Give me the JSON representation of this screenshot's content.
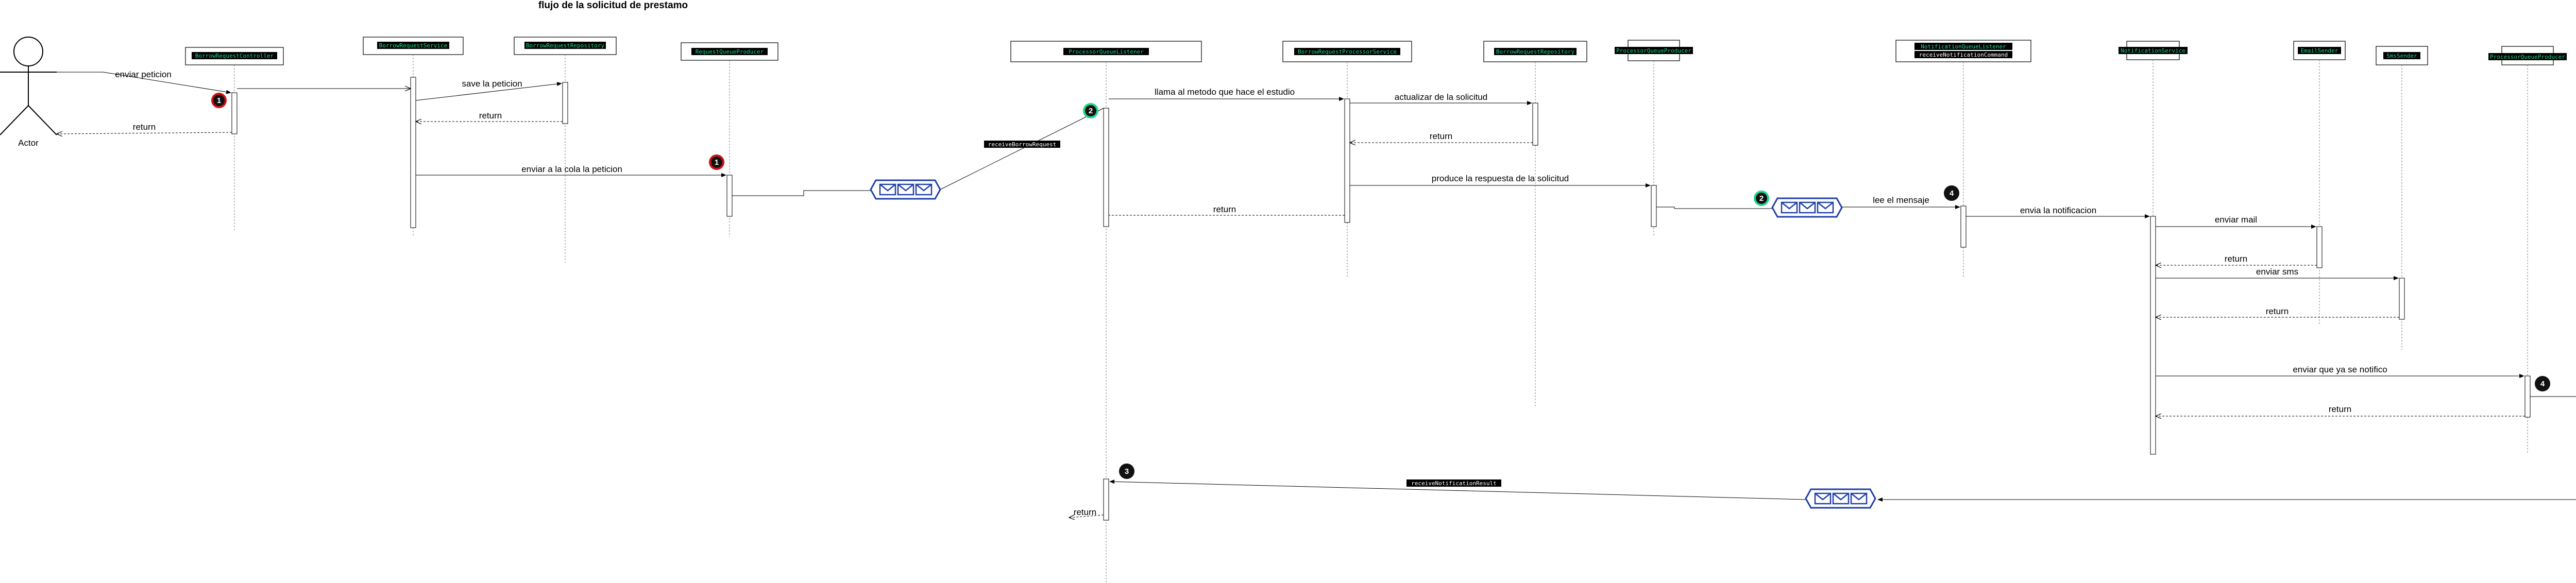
{
  "title": "flujo de la solicitud de prestamo",
  "actor": {
    "label": "Actor"
  },
  "participants": [
    "BorrowRequestController",
    "BorrowRequestService",
    "BorrowRequestRepository",
    "RequestQueueProducer",
    "ProcessorQueueListener",
    "BorrowRequestProcessorService",
    "BorrowRequestRepository",
    "ProcessorQueueProducer",
    "NotificationQueueListener",
    "NotificationService",
    "EmailSender",
    "SmsSender",
    "ProcessorQueueProducer"
  ],
  "participant_subtitle": "receiveNotificationCommand",
  "messages": [
    "enviar peticion",
    "return",
    "save la peticion",
    "return",
    "enviar a la cola la peticion",
    "llama al metodo que hace el estudio",
    "actualizar de la solicitud",
    "return",
    "return",
    "produce la respuesta de la solicitud",
    "lee el mensaje",
    "envia la notificacion",
    "enviar mail",
    "return",
    "enviar sms",
    "return",
    "enviar que ya se notifico",
    "return",
    "return"
  ],
  "method_labels": [
    "receiveBorrowRequest",
    "receiveNotificationResult"
  ],
  "badges": [
    "1",
    "1",
    "2",
    "2",
    "4",
    "4",
    "3"
  ],
  "colors": {
    "accent": "#1fd68a",
    "queue": "#1f3fa8",
    "badge_red": "#cc1111",
    "line": "#333333"
  },
  "icons": [
    "actor-icon",
    "message-queue-icon",
    "envelope-icon"
  ]
}
